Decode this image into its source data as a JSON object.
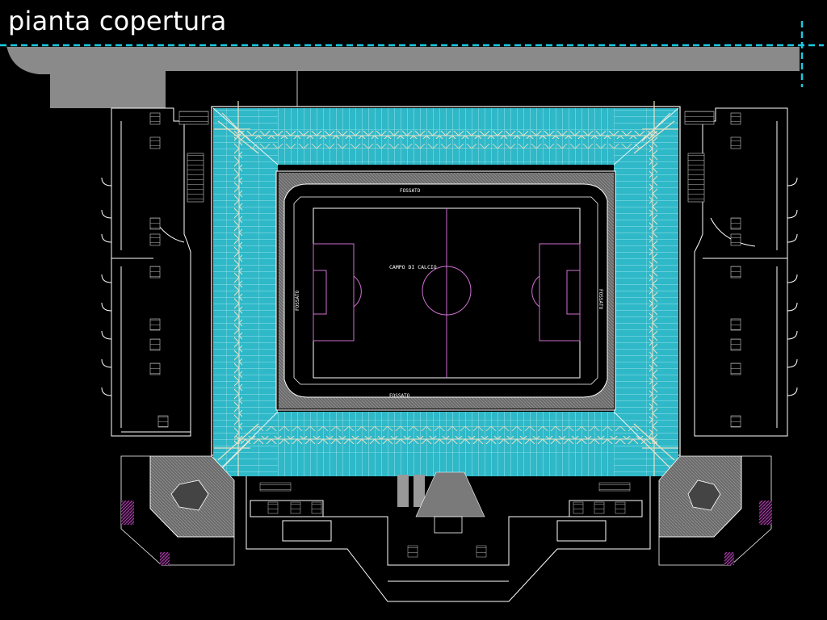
{
  "slide": {
    "title": "pianta copertura"
  },
  "plan": {
    "field_label": "CAMPO DI CALCIO",
    "moat_label": "FOSSATO",
    "colors": {
      "background": "#000000",
      "roof_cyan": "#2fb8c8",
      "roof_grid": "#8ee8f0",
      "truss": "#e8e2c8",
      "pitch_lines": "#d070d0",
      "structure": "#ffffff",
      "annex_grey": "#8a8a8a",
      "guide_line": "#19c9e0"
    }
  }
}
